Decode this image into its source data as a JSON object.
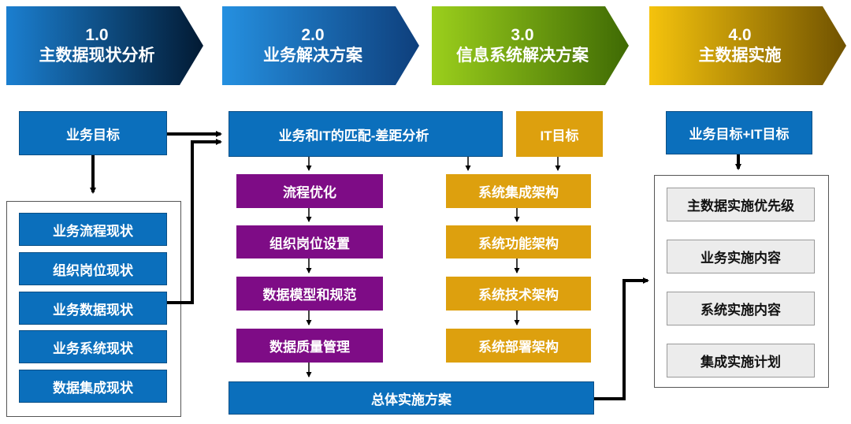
{
  "phases": [
    {
      "number": "1.0",
      "title": "主数据现状分析",
      "color_from": "#1B7FD0",
      "color_to": "#021A33"
    },
    {
      "number": "2.0",
      "title": "业务解决方案",
      "color_from": "#2590E0",
      "color_to": "#0E3F7C"
    },
    {
      "number": "3.0",
      "title": "信息系统解决方案",
      "color_from": "#9BCF1C",
      "color_to": "#3F6A04"
    },
    {
      "number": "4.0",
      "title": "主数据实施",
      "color_from": "#F5C30D",
      "color_to": "#705200"
    }
  ],
  "column1": {
    "goal": "业务目标",
    "items": [
      "业务流程现状",
      "组织岗位现状",
      "业务数据现状",
      "业务系统现状",
      "数据集成现状"
    ]
  },
  "column2": {
    "header": "业务和IT的匹配-差距分析",
    "items": [
      "流程优化",
      "组织岗位设置",
      "数据模型和规范",
      "数据质量管理"
    ],
    "footer": "总体实施方案"
  },
  "column3": {
    "it_goal": "IT目标",
    "items": [
      "系统集成架构",
      "系统功能架构",
      "系统技术架构",
      "系统部署架构"
    ]
  },
  "column4": {
    "goal": "业务目标+IT目标",
    "items": [
      "主数据实施优先级",
      "业务实施内容",
      "系统实施内容",
      "集成实施计划"
    ]
  },
  "colors": {
    "blue": "#0B6FBC",
    "purple": "#7E0C86",
    "gold": "#DDA00E",
    "gray": "#ECECEC",
    "line": "#000000"
  }
}
